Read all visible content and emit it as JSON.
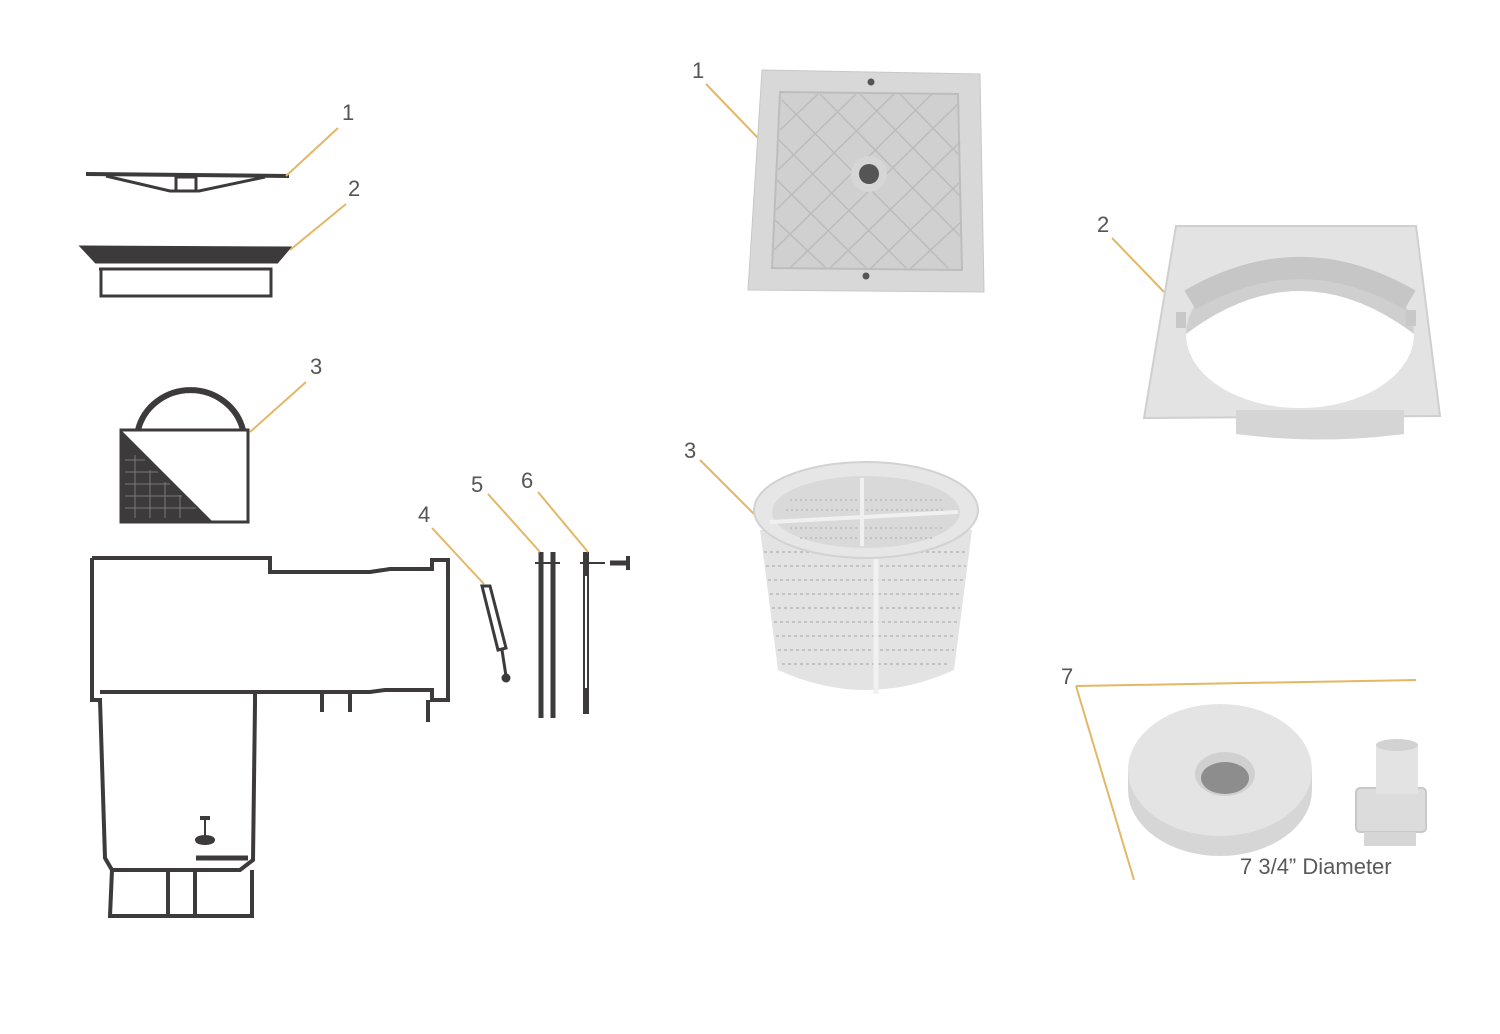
{
  "colors": {
    "leader": "#e3b765",
    "line_art": "#3c3a3a",
    "plastic_light": "#e2e2e2",
    "plastic_mid": "#cfcfcf",
    "label_text": "#555555",
    "background": "#ffffff"
  },
  "left_diagram": {
    "labels": [
      {
        "id": "1",
        "text": "1",
        "part": "lid"
      },
      {
        "id": "2",
        "text": "2",
        "part": "collar"
      },
      {
        "id": "3",
        "text": "3",
        "part": "basket"
      },
      {
        "id": "4",
        "text": "4",
        "part": "weir-flap"
      },
      {
        "id": "5",
        "text": "5",
        "part": "gasket"
      },
      {
        "id": "6",
        "text": "6",
        "part": "face-plate"
      }
    ],
    "body_part": "skimmer-body"
  },
  "right_photos": {
    "labels": [
      {
        "id": "1",
        "text": "1",
        "part": "square-lid"
      },
      {
        "id": "2",
        "text": "2",
        "part": "square-collar"
      },
      {
        "id": "3",
        "text": "3",
        "part": "strainer-basket"
      },
      {
        "id": "7",
        "text": "7",
        "part": "return-fitting"
      }
    ],
    "caption": "7 3/4” Diameter"
  }
}
